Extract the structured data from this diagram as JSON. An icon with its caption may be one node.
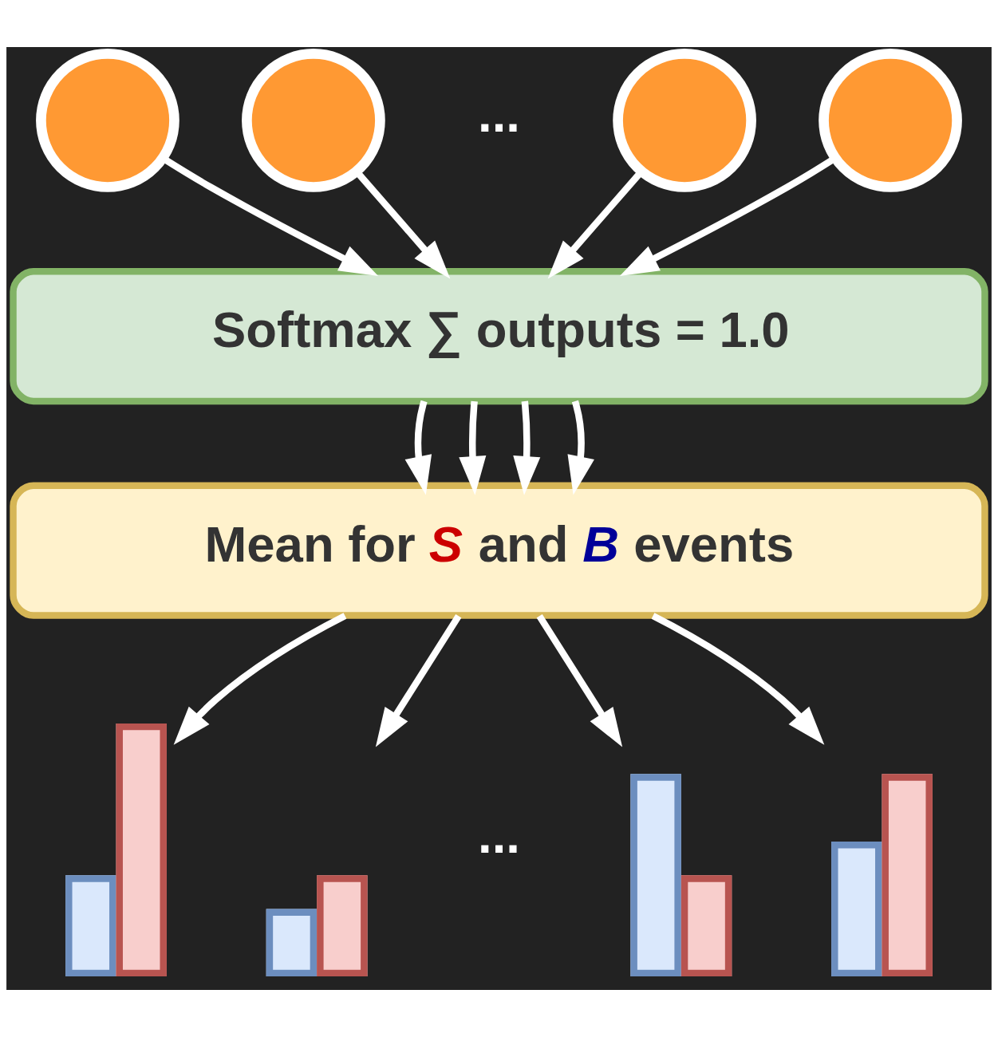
{
  "diagram": {
    "nodes": [
      {
        "text": [],
        "shape": "circle"
      },
      {
        "text": [],
        "shape": "circle"
      },
      {
        "text": [],
        "shape": "circle"
      },
      {
        "text": [],
        "shape": "circle"
      },
      {
        "text": [
          "Softmax ∑ outputs = 1.0"
        ]
      },
      {
        "text": [
          "Mean for *S* and *B* events"
        ]
      },
      {
        "text": [],
        "shape": "bar"
      },
      {
        "text": [],
        "shape": "bar"
      },
      {
        "text": [],
        "shape": "bar"
      },
      {
        "text": [],
        "shape": "bar"
      }
    ],
    "edges": [
      {
        "from": 0,
        "to": 4,
        "arrow": "to"
      },
      {
        "from": 1,
        "to": 4,
        "arrow": "to"
      },
      {
        "from": 2,
        "to": 4,
        "arrow": "to"
      },
      {
        "from": 3,
        "to": 4,
        "arrow": "to"
      },
      {
        "from": 4,
        "to": 5,
        "arrow": "to"
      },
      {
        "from": 4,
        "to": 5,
        "arrow": "to"
      },
      {
        "from": 4,
        "to": 5,
        "arrow": "to"
      },
      {
        "from": 4,
        "to": 5,
        "arrow": "to"
      },
      {
        "from": 5,
        "to": 6,
        "arrow": "to"
      },
      {
        "from": 5,
        "to": 7,
        "arrow": "to"
      },
      {
        "from": 5,
        "to": 8,
        "arrow": "to"
      },
      {
        "from": 5,
        "to": 9,
        "arrow": "to"
      }
    ],
    "labels": [
      "...",
      "..."
    ]
  }
}
